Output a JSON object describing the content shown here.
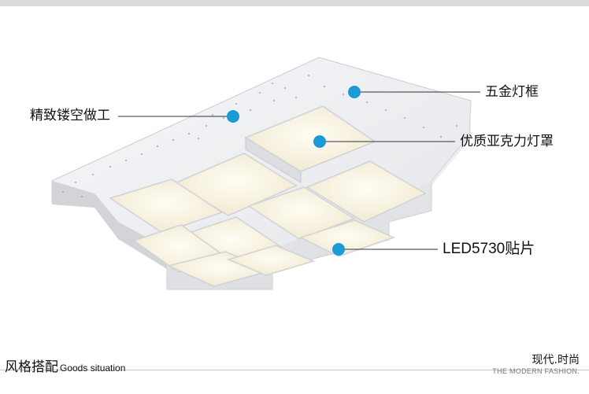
{
  "callouts": {
    "frame": "五金灯框",
    "craft": "精致镂空做工",
    "acrylic": "优质亚克力灯罩",
    "led": "LED5730贴片"
  },
  "footer": {
    "section_cn": "风格搭配",
    "section_en": "Goods situation",
    "brand_cn": "现代.时尚",
    "brand_en": "THE MODERN FASHION."
  },
  "colors": {
    "dot": "#1a9ad6",
    "frame": "#eef0f2",
    "panel": "#fbf6e6"
  }
}
